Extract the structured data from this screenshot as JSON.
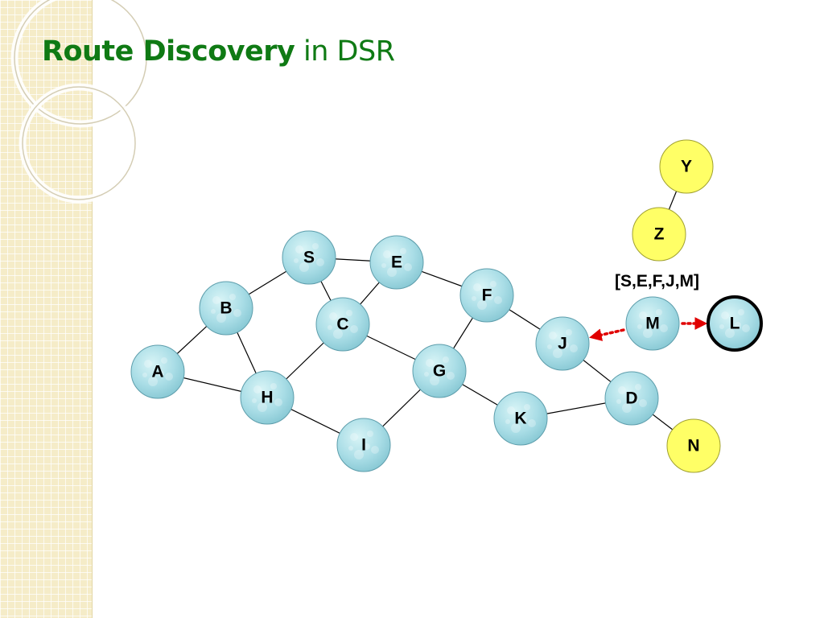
{
  "slide": {
    "title_bold": "Route Discovery",
    "title_rest": " in DSR",
    "title_color": "#0f7a14"
  },
  "diagram": {
    "route_record_label": "[S,E,F,J,M]",
    "nodes": [
      {
        "id": "S",
        "label": "S",
        "color": "blue"
      },
      {
        "id": "E",
        "label": "E",
        "color": "blue"
      },
      {
        "id": "B",
        "label": "B",
        "color": "blue"
      },
      {
        "id": "C",
        "label": "C",
        "color": "blue"
      },
      {
        "id": "F",
        "label": "F",
        "color": "blue"
      },
      {
        "id": "A",
        "label": "A",
        "color": "blue"
      },
      {
        "id": "H",
        "label": "H",
        "color": "blue"
      },
      {
        "id": "G",
        "label": "G",
        "color": "blue"
      },
      {
        "id": "J",
        "label": "J",
        "color": "blue"
      },
      {
        "id": "I",
        "label": "I",
        "color": "blue"
      },
      {
        "id": "K",
        "label": "K",
        "color": "blue"
      },
      {
        "id": "D",
        "label": "D",
        "color": "blue"
      },
      {
        "id": "M",
        "label": "M",
        "color": "blue"
      },
      {
        "id": "L",
        "label": "L",
        "color": "blue",
        "highlighted": true
      },
      {
        "id": "Y",
        "label": "Y",
        "color": "yellow"
      },
      {
        "id": "Z",
        "label": "Z",
        "color": "yellow"
      },
      {
        "id": "N",
        "label": "N",
        "color": "yellow"
      }
    ],
    "edges": [
      [
        "S",
        "E"
      ],
      [
        "S",
        "B"
      ],
      [
        "S",
        "C"
      ],
      [
        "E",
        "C"
      ],
      [
        "E",
        "F"
      ],
      [
        "B",
        "A"
      ],
      [
        "B",
        "H"
      ],
      [
        "A",
        "H"
      ],
      [
        "C",
        "H"
      ],
      [
        "C",
        "G"
      ],
      [
        "H",
        "I"
      ],
      [
        "I",
        "G"
      ],
      [
        "G",
        "F"
      ],
      [
        "G",
        "K"
      ],
      [
        "F",
        "J"
      ],
      [
        "J",
        "D"
      ],
      [
        "K",
        "D"
      ],
      [
        "D",
        "N"
      ],
      [
        "Y",
        "Z"
      ]
    ],
    "arrows": [
      {
        "from": "M",
        "to": "J",
        "style": "dotted",
        "color": "#e00000"
      },
      {
        "from": "M",
        "to": "L",
        "style": "dotted",
        "color": "#e00000"
      }
    ]
  }
}
